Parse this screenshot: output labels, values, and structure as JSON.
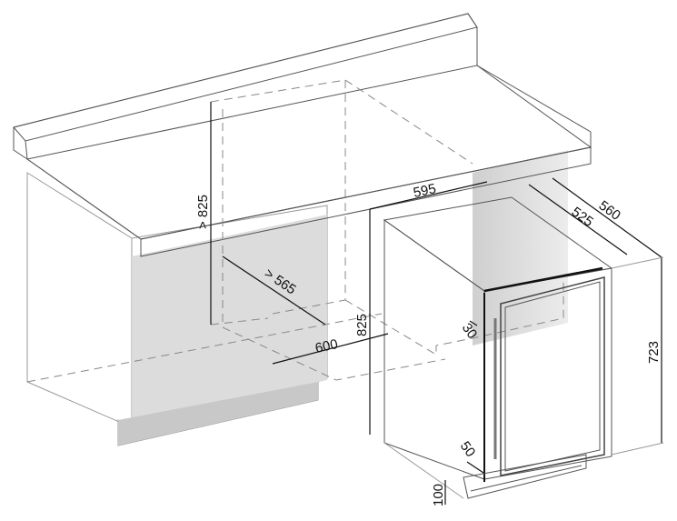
{
  "diagram": {
    "title": "Built-in installation dimensions",
    "dimensions": {
      "niche_height": "> 825",
      "niche_depth": "> 565",
      "niche_width": "600",
      "appliance_width": "595",
      "appliance_height": "825",
      "appliance_depth_total": "560",
      "appliance_depth_body": "525",
      "body_height": "723",
      "handle_gap": "30",
      "door_offset": "50",
      "plinth_height": "100"
    },
    "colors": {
      "panel_gray": "#d9d9d9",
      "line": "#555555",
      "dimension": "#111111"
    }
  }
}
